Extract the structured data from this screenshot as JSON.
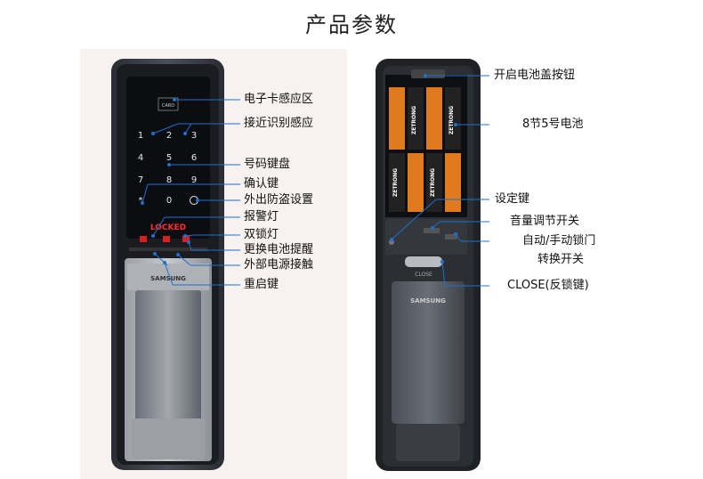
{
  "title": "产品参数",
  "left_device": {
    "card_text": "CARD",
    "keys": [
      "1",
      "2",
      "3",
      "4",
      "5",
      "6",
      "7",
      "8",
      "9",
      "*",
      "0"
    ],
    "locked_text": "LOCKED",
    "brand": "SAMSUNG"
  },
  "right_device": {
    "battery_brand": "ZETRONG",
    "close_text": "CLOSE",
    "brand": "SAMSUNG"
  },
  "left_labels": [
    "电子卡感应区",
    "接近识别感应",
    "号码键盘",
    "确认键",
    "外出防盗设置",
    "报警灯",
    "双锁灯",
    "更换电池提醒",
    "外部电源接触",
    "重启键"
  ],
  "right_labels": {
    "battery_cover": "开启电池盖按钮",
    "batteries": "8节5号电池",
    "setting_key": "设定键",
    "volume": "音量调节开关",
    "auto_manual_1": "自动/手动锁门",
    "auto_manual_2": "转换开关",
    "close_key": "CLOSE(反锁键)"
  },
  "colors": {
    "callout": "#1f6fd1",
    "device_dark": "#1b1d22",
    "metal": "#8a8e95"
  }
}
